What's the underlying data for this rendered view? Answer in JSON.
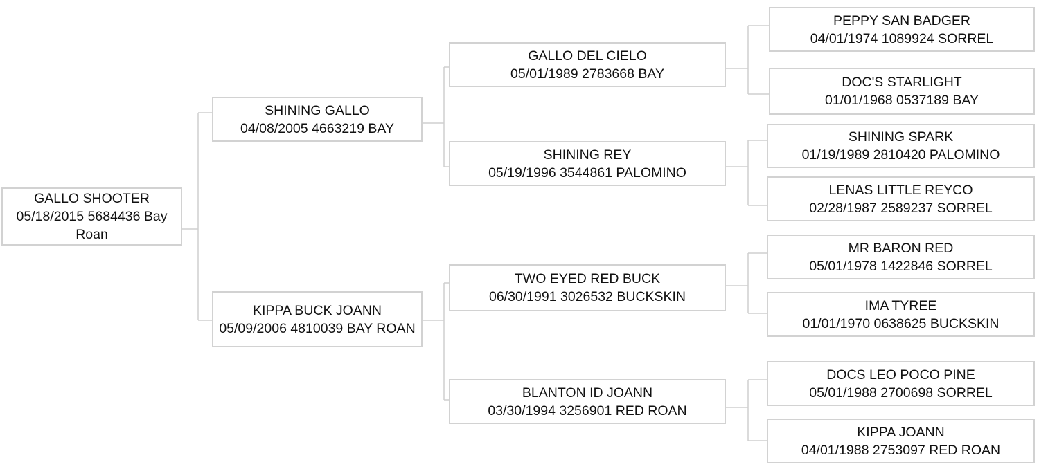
{
  "pedigree": {
    "horse": {
      "name": "GALLO SHOOTER",
      "details": "05/18/2015 5684436 Bay Roan"
    },
    "sire": {
      "name": "SHINING GALLO",
      "details": "04/08/2005 4663219 BAY"
    },
    "dam": {
      "name": "KIPPA BUCK JOANN",
      "details": "05/09/2006 4810039 BAY ROAN"
    },
    "sire_sire": {
      "name": "GALLO DEL CIELO",
      "details": "05/01/1989 2783668 BAY"
    },
    "sire_dam": {
      "name": "SHINING REY",
      "details": "05/19/1996 3544861 PALOMINO"
    },
    "dam_sire": {
      "name": "TWO EYED RED BUCK",
      "details": "06/30/1991 3026532 BUCKSKIN"
    },
    "dam_dam": {
      "name": "BLANTON ID JOANN",
      "details": "03/30/1994 3256901 RED ROAN"
    },
    "sire_sire_sire": {
      "name": "PEPPY SAN BADGER",
      "details": "04/01/1974 1089924 SORREL"
    },
    "sire_sire_dam": {
      "name": "DOC'S STARLIGHT",
      "details": "01/01/1968 0537189 BAY"
    },
    "sire_dam_sire": {
      "name": "SHINING SPARK",
      "details": "01/19/1989 2810420 PALOMINO"
    },
    "sire_dam_dam": {
      "name": "LENAS LITTLE REYCO",
      "details": "02/28/1987 2589237 SORREL"
    },
    "dam_sire_sire": {
      "name": "MR BARON RED",
      "details": "05/01/1978 1422846 SORREL"
    },
    "dam_sire_dam": {
      "name": "IMA TYREE",
      "details": "01/01/1970 0638625 BUCKSKIN"
    },
    "dam_dam_sire": {
      "name": "DOCS LEO POCO PINE",
      "details": "05/01/1988 2700698 SORREL"
    },
    "dam_dam_dam": {
      "name": "KIPPA JOANN",
      "details": "04/01/1988 2753097 RED ROAN"
    }
  }
}
